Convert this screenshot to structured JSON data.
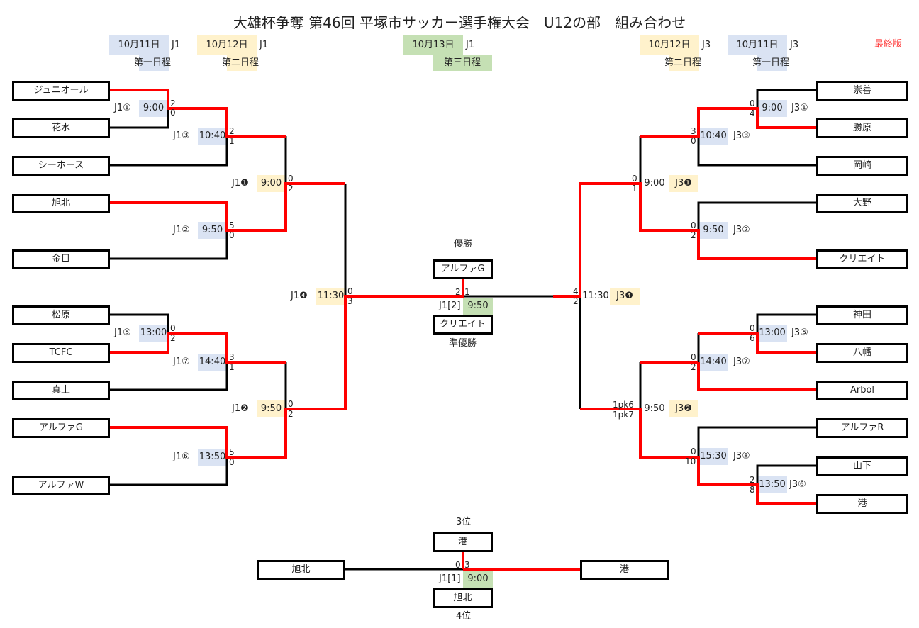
{
  "title": "大雄杯争奪 第46回 平塚市サッカー選手権大会　U12の部　組み合わせ",
  "final_version": "最終版",
  "header": {
    "d1l": "10月11日",
    "d1l_j": "J1",
    "d1l_day": "第一日程",
    "d2l": "10月12日",
    "d2l_j": "J1",
    "d2l_day": "第二日程",
    "d3": "10月13日",
    "d3_j": "J1",
    "d3_day": "第三日程",
    "d2r": "10月12日",
    "d2r_j": "J3",
    "d2r_day": "第二日程",
    "d1r": "10月11日",
    "d1r_j": "J3",
    "d1r_day": "第一日程"
  },
  "left_teams": [
    "ジュニオール",
    "花水",
    "シーホース",
    "旭北",
    "金目",
    "松原",
    "TCFC",
    "真土",
    "アルファG",
    "アルファW"
  ],
  "right_teams": [
    "崇善",
    "勝原",
    "岡崎",
    "大野",
    "クリエイト",
    "神田",
    "八幡",
    "Arbol",
    "アルファR",
    "山下",
    "港"
  ],
  "matches": {
    "j1_1": {
      "id": "J1①",
      "time": "9:00",
      "s": [
        "2",
        "0"
      ]
    },
    "j1_3": {
      "id": "J1③",
      "time": "10:40",
      "s": [
        "2",
        "1"
      ]
    },
    "j1_2": {
      "id": "J1②",
      "time": "9:50",
      "s": [
        "5",
        "0"
      ]
    },
    "j1_b1": {
      "id": "J1❶",
      "time": "9:00",
      "s": [
        "0",
        "2"
      ]
    },
    "j1_5": {
      "id": "J1⑤",
      "time": "13:00",
      "s": [
        "0",
        "2"
      ]
    },
    "j1_7": {
      "id": "J1⑦",
      "time": "14:40",
      "s": [
        "3",
        "1"
      ]
    },
    "j1_6": {
      "id": "J1⑥",
      "time": "13:50",
      "s": [
        "5",
        "0"
      ]
    },
    "j1_b2": {
      "id": "J1❷",
      "time": "9:50",
      "s": [
        "0",
        "2"
      ]
    },
    "j1_b4": {
      "id": "J1❹",
      "time": "11:30",
      "s": [
        "0",
        "3"
      ]
    },
    "j3_1": {
      "id": "J3①",
      "time": "9:00",
      "s": [
        "0",
        "4"
      ]
    },
    "j3_3": {
      "id": "J3③",
      "time": "10:40",
      "s": [
        "3",
        "0"
      ]
    },
    "j3_b1": {
      "id": "J3❶",
      "time": "9:00",
      "s": [
        "0",
        "1"
      ]
    },
    "j3_2": {
      "id": "J3②",
      "time": "9:50",
      "s": [
        "0",
        "2"
      ]
    },
    "j3_b4": {
      "id": "J3❹",
      "time": "11:30",
      "s": [
        "4",
        "2"
      ]
    },
    "j3_5": {
      "id": "J3⑤",
      "time": "13:00",
      "s": [
        "0",
        "6"
      ]
    },
    "j3_7": {
      "id": "J3⑦",
      "time": "14:40",
      "s": [
        "0",
        "2"
      ]
    },
    "j3_b2": {
      "id": "J3❷",
      "time": "9:50",
      "s": [
        "1pk6",
        "1pk7"
      ]
    },
    "j3_8": {
      "id": "J3⑧",
      "time": "15:30",
      "s": [
        "0",
        "10"
      ]
    },
    "j3_6": {
      "id": "J3⑥",
      "time": "13:50",
      "s": [
        "2",
        "8"
      ]
    },
    "final": {
      "id": "J1[2]",
      "time": "9:50",
      "s": [
        "2",
        "1"
      ],
      "winner_label": "優勝",
      "winner": "アルファG",
      "runner_label": "準優勝",
      "runner": "クリエイト"
    },
    "third": {
      "id": "J1[1]",
      "time": "9:00",
      "s": [
        "0",
        "3"
      ],
      "third_label": "3位",
      "third_team": "港",
      "fourth_label": "4位",
      "fourth_team": "旭北",
      "left_team": "旭北",
      "right_team": "港"
    }
  },
  "colors": {
    "win_line": "#ff0000",
    "day1": "#dae3f3",
    "day2": "#fff2cc",
    "day3": "#c5e0b4"
  }
}
